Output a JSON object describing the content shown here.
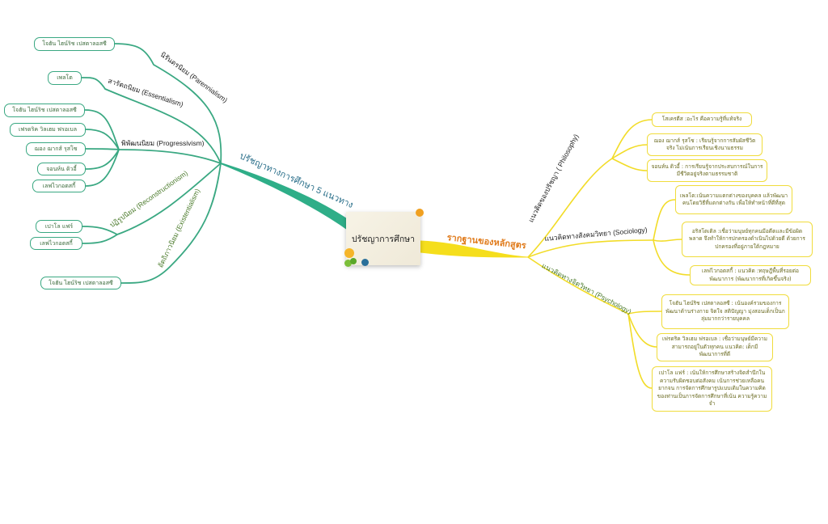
{
  "center": {
    "title": "ปรัชญาการศึกษา"
  },
  "left": {
    "main_label": "ปรัชญาทางการศึกษา 5 แนวทาง",
    "branches": [
      {
        "label": "นิรันตรนิยม (Parennialism)",
        "children": [
          "โจฮัน ไฮน์ริช เปสตาลอสซี"
        ]
      },
      {
        "label": "สารัตถนิยม (Essentialism)",
        "children": [
          "เพลโต"
        ]
      },
      {
        "label": "พิพัฒนนิยม (Progressivism)",
        "children": [
          "โจฮัน ไฮน์ริช เปสตาลอสซี",
          "เฟรดริค วิลเฮม ฟรอเบล",
          "ฌอง ฌากส์ รุสโซ",
          "จอนห์น ดิวอี้",
          "เลฟไวกอตสกี้"
        ]
      },
      {
        "label": "ปฏิรูปนิยม (Reconstructionism)",
        "children": [
          "เปาโล แฟร์",
          "เลฟไวกอตสกี้"
        ]
      },
      {
        "label": "อัตถิภาวนิยม (Existentialism)",
        "children": [
          "โจฮัน ไฮน์ริช เปสตาลอสซี"
        ]
      }
    ]
  },
  "right": {
    "main_label": "รากฐานของหลักสูตร",
    "branches": [
      {
        "label": "แนวคิดของปรัชญา ( Philosophy)",
        "children": [
          "โสเครตีส :อะไร คือความรู้ที่แท้จริง",
          "ฌอง ฌากส์ รุสโซ : เรียนรู้จากการสัมผัสชีวิตจริง ไม่เน้นการเรียนเชิงนามธรรม",
          "จอนห์น ดิวอี้ : การเรียนรู้จากประสบการณ์ในการมีชีวิตอยู่จริงตามธรรมชาติ"
        ]
      },
      {
        "label": "แนวคิดทางสังคมวิทยา (Sociology)",
        "children": [
          "เพลโต:เน้นความแตกต่างของบุคคล แล้วพัฒนาคนโดยวิธีที่แตกต่างกัน เพื่อให้ทำหน้าที่ดีที่สุด",
          "อริสโตเติล :เชื่อว่ามนุษย์ทุกคนมีอดีตและมีข้อผิดพลาด จึงทำให้การปกครองดำเนินไปด้วยดี ด้วยการปกครองที่อยู่ภายใต้กฎหมาย",
          "เลฟไวกอตสกี้ : แนวคิด :ทฤษฎีพื้นที่รอยต่อพัฒนาการ (พัฒนาการที่เกิดขึ้นจริง)"
        ]
      },
      {
        "label": "แนวคิดทางจิตวิทยา (Psychology)",
        "children": [
          "โจฮัน ไฮน์ริช เปสตาลอสซี : เน้นองค์รวมของการพัฒนาด้านร่างกาย จิตใจ สติปัญญา มุ่งสอนเด็กเป็นกลุ่มมากกว่ารายบุคคล",
          "เฟรดริค วิลเฮม ฟรอเบล : เชื่อว่ามนุษย์มีความสามารถอยู่ในตัวทุกคน แนวคิด: เด็กมีพัฒนาการที่ดี",
          "เปาโล แฟร์ : เน้นให้การศึกษาสร้างจิตสำนึกในความรับผิดชอบต่อสังคม เน้นการช่วยเหลือคนยากจน การจัดการศึกษารูปแบบเดิมในความคิดของท่านเป็นการจัดการศึกษาที่เน้น ความรู้ความจำ"
        ]
      }
    ]
  },
  "colors": {
    "left_branch": "#3aa882",
    "right_branch": "#f2dc28",
    "left_trunk": "#2fae88",
    "right_trunk": "#f5de1c"
  }
}
